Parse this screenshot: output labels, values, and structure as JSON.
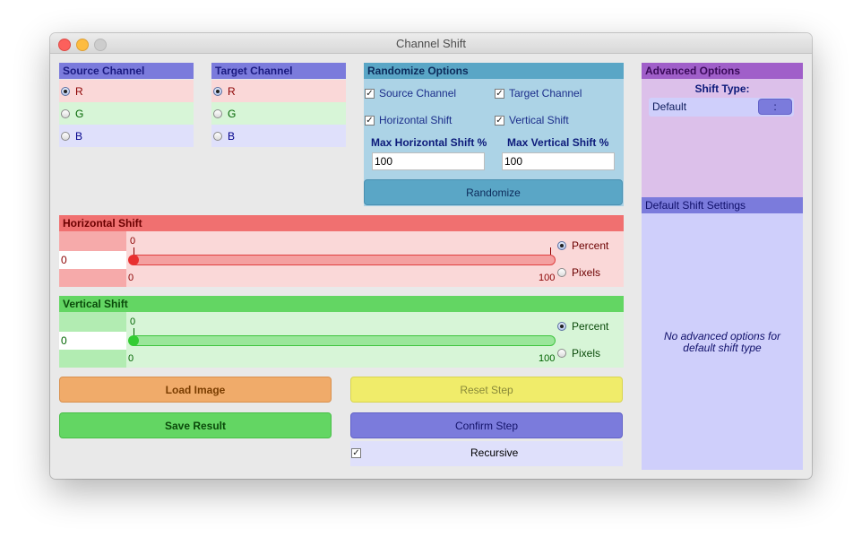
{
  "window": {
    "title": "Channel Shift"
  },
  "source_channel": {
    "header": "Source Channel",
    "options": [
      {
        "label": "R",
        "selected": true,
        "color": "#8b0000"
      },
      {
        "label": "G",
        "selected": false,
        "color": "#006400"
      },
      {
        "label": "B",
        "selected": false,
        "color": "#00008b"
      }
    ]
  },
  "target_channel": {
    "header": "Target Channel",
    "options": [
      {
        "label": "R",
        "selected": true,
        "color": "#8b0000"
      },
      {
        "label": "G",
        "selected": false,
        "color": "#006400"
      },
      {
        "label": "B",
        "selected": false,
        "color": "#00008b"
      }
    ]
  },
  "randomize": {
    "header": "Randomize Options",
    "source_channel_label": "Source Channel",
    "target_channel_label": "Target Channel",
    "horizontal_shift_label": "Horizontal Shift",
    "vertical_shift_label": "Vertical Shift",
    "checked": "✓",
    "max_horizontal_label": "Max Horizontal Shift %",
    "max_vertical_label": "Max Vertical Shift %",
    "max_horizontal_value": "100",
    "max_vertical_value": "100",
    "button_label": "Randomize"
  },
  "horizontal_shift": {
    "header": "Horizontal Shift",
    "value": "0",
    "slider_min_top": "0",
    "slider_min_bottom": "0",
    "slider_max": "100",
    "slider_level": 0,
    "percent_label": "Percent",
    "pixels_label": "Pixels",
    "percent_selected": true
  },
  "vertical_shift": {
    "header": "Vertical Shift",
    "value": "0",
    "slider_min_top": "0",
    "slider_min_bottom": "0",
    "slider_max": "100",
    "slider_level": 0,
    "percent_label": "Percent",
    "pixels_label": "Pixels",
    "percent_selected": true
  },
  "actions": {
    "load_image": "Load Image",
    "reset_step": "Reset Step",
    "save_result": "Save Result",
    "confirm_step": "Confirm Step",
    "recursive_label": "Recursive",
    "recursive_checked": "✓"
  },
  "advanced": {
    "header": "Advanced Options",
    "shift_type_label": "Shift Type:",
    "shift_type_value": "Default",
    "dropdown_glyph": ":",
    "settings_header": "Default Shift Settings",
    "empty_message": "No advanced options for default shift type"
  },
  "colors": {
    "red_header": "#f07070",
    "red_bg": "#fad8d8",
    "green_header": "#63d663",
    "green_bg": "#d7f5d7",
    "blue_header": "#7b7bdc",
    "randomize_header": "#5aa6c6",
    "randomize_bg": "#acd3e6",
    "advanced_header": "#a05fc9",
    "advanced_bg": "#dcc0ea",
    "settings_bg": "#cfcffb"
  }
}
